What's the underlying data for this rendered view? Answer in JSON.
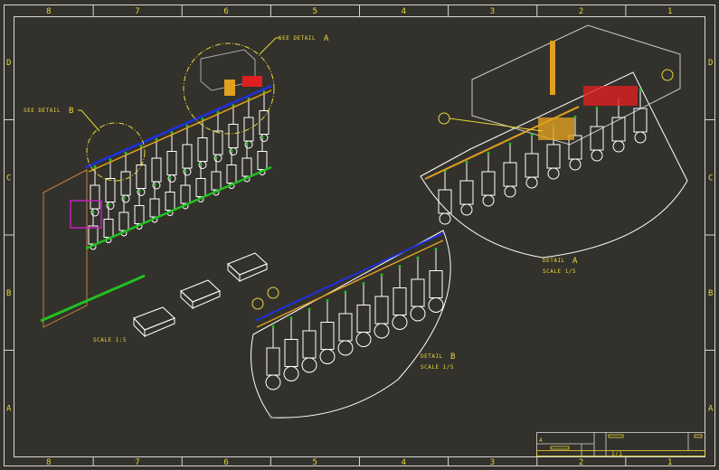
{
  "sheet": {
    "zones_horizontal": [
      "8",
      "7",
      "6",
      "5",
      "4",
      "3",
      "2",
      "1"
    ],
    "zones_vertical": [
      "D",
      "C",
      "B",
      "A"
    ],
    "colors": {
      "background": "#33312c",
      "frame": "#d8d8d8",
      "annotation": "#e8d838",
      "blue": "#2030e0",
      "green": "#20c020",
      "red": "#e02020",
      "orange": "#e0a020",
      "magenta": "#c020c0"
    }
  },
  "main_view": {
    "callout_a": {
      "text": "SEE DETAIL",
      "letter": "A"
    },
    "callout_b": {
      "text": "SEE DETAIL",
      "letter": "B"
    },
    "scale": "SCALE 1:5"
  },
  "detail_a": {
    "title": "DETAIL",
    "letter": "A",
    "scale": "SCALE 1/5"
  },
  "detail_b": {
    "title": "DETAIL",
    "letter": "B",
    "scale": "SCALE 1/5"
  },
  "title_block": {
    "sheet_text": "1/1",
    "rev": "4"
  }
}
